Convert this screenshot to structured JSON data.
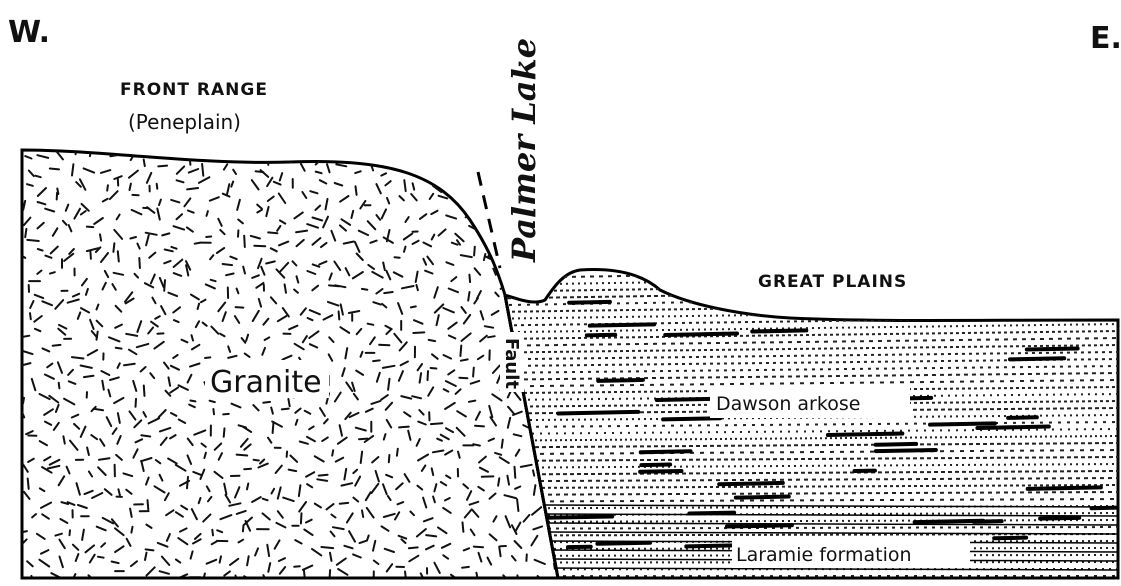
{
  "diagram": {
    "west_label": "W.",
    "east_label": "E.",
    "front_range": {
      "name": "FRONT RANGE",
      "note": "(Peneplain)"
    },
    "great_plains": "GREAT PLAINS",
    "palmer_lake": "Palmer Lake",
    "fault": "Fault",
    "granite": "Granite",
    "dawson_arkose": "Dawson arkose",
    "laramie_formation": "Laramie formation"
  }
}
